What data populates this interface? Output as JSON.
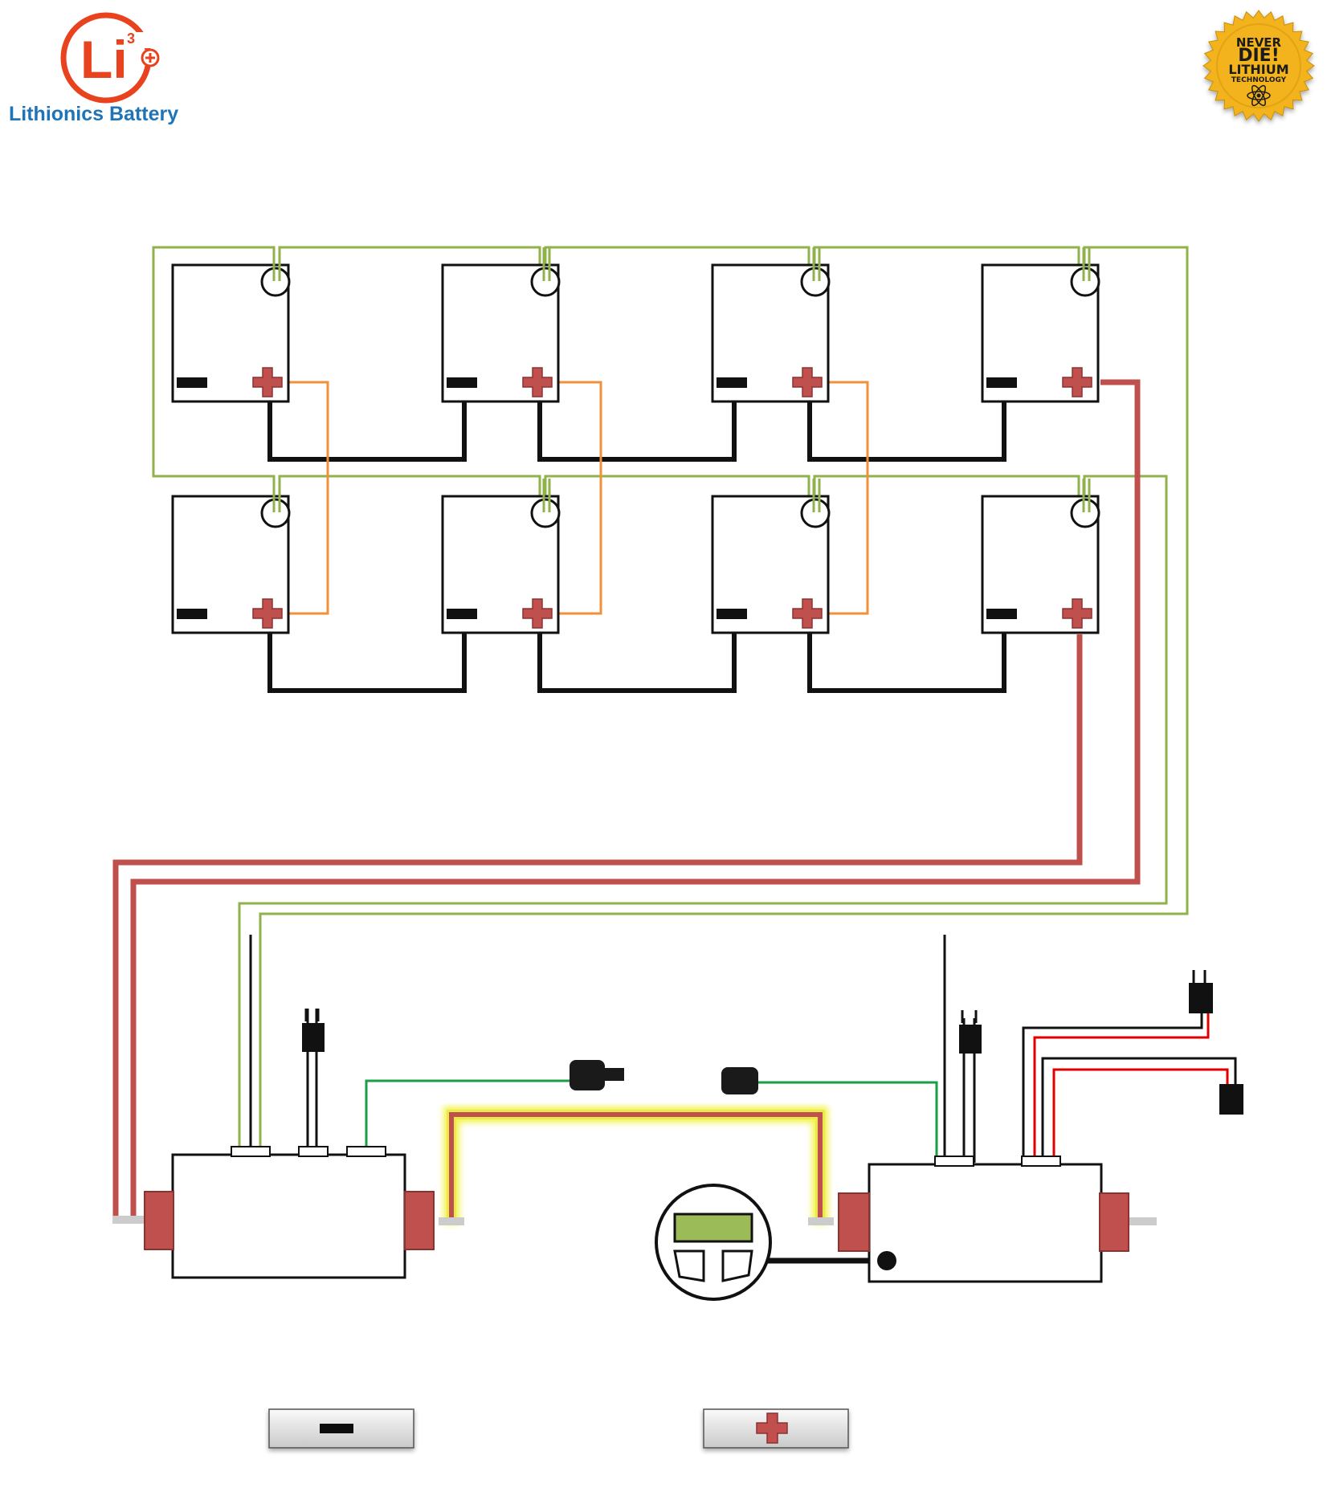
{
  "logo": {
    "symbol": "Li",
    "superscript": "3",
    "brand_name": "Lithionics Battery",
    "ring_color": "#e8421e",
    "text_color": "#1f73b7"
  },
  "seal": {
    "line1": "NEVER",
    "line2": "DIE!",
    "line3": "LITHIUM",
    "line4": "TECHNOLOGY",
    "fill_color": "#f2b31a",
    "icon": "atom-icon"
  },
  "colors": {
    "balance_wire": "#8fb24a",
    "series_jumper": "#f0913a",
    "main_positive": "#c0504d",
    "negative_link": "#111111",
    "can_wire": "#1a9e4a",
    "signal_red": "#e00000",
    "bus_glow": "#f2f23a",
    "display_screen": "#9bbb59"
  },
  "battery_bank": {
    "rows": 2,
    "cells_per_row": 4,
    "negative_icon": "minus-terminal-icon",
    "positive_icon": "plus-terminal-icon",
    "bms_port_icon": "bms-port-icon"
  },
  "components": {
    "left_module": "negative-side-module",
    "right_module": "positive-side-module",
    "display": "display-panel",
    "negative_terminal": "minus-icon",
    "positive_terminal": "plus-icon"
  }
}
